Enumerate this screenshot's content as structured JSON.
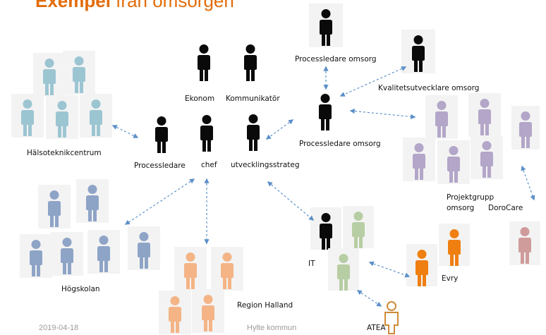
{
  "title": {
    "highlight": "Exempel",
    "rest": "från omsorgen"
  },
  "colors": {
    "black": "#0a0a0a",
    "teal": "#9cc5d2",
    "steel": "#8ea4c7",
    "lilac": "#b3a6c8",
    "green": "#b7cda3",
    "orange": "#f07f11",
    "peach": "#f4b486",
    "rose": "#cf9b9b",
    "arrow": "#5b8fc8"
  },
  "labels": {
    "halsoteknik": "Hälsoteknikcentrum",
    "processledare": "Processledare",
    "chef": "chef",
    "utvecklingsstrateg": "utvecklingsstrateg",
    "ekonom": "Ekonom",
    "kommunikator": "Kommunikatör",
    "processledare_omsorg_top": "Processledare omsorg",
    "kvalitet": "Kvalitetsutvecklare omsorg",
    "processledare_omsorg_mid": "Processledare omsorg",
    "projektgrupp_1": "Projektgrupp",
    "projektgrupp_2": "omsorg",
    "dorocare": "DoroCare",
    "hogskolan": "Högskolan",
    "region": "Region Halland",
    "it": "IT",
    "evry": "Evry",
    "atea": "ATEA"
  },
  "footer": {
    "date": "2019-04-18",
    "org": "Hylte kommun"
  }
}
